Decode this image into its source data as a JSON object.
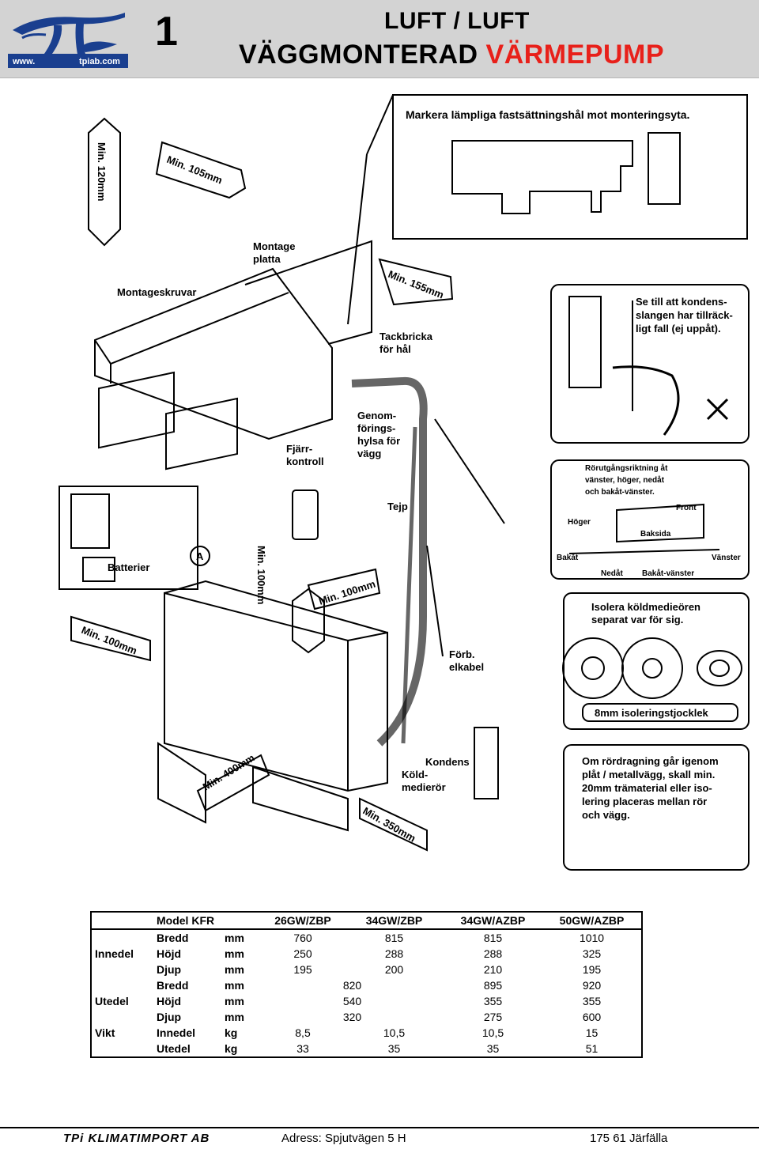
{
  "header": {
    "logo_url_left": "www.",
    "logo_url_right": "tpiab.com",
    "page_number": "1",
    "title_line1": "LUFT / LUFT",
    "title_line2_black": "VÄGGMONTERAD",
    "title_line2_red": "VÄRMEPUMP",
    "accent_color": "#e8201a"
  },
  "diagram": {
    "mount_instruction": "Markera lämpliga fastsättningshål mot monteringsyta.",
    "min_120": "Min. 120mm",
    "min_105": "Min. 105mm",
    "montage_platta_1": "Montage",
    "montage_platta_2": "platta",
    "montageskruvar": "Montageskruvar",
    "min_155": "Min. 155mm",
    "tackbricka_1": "Tackbricka",
    "tackbricka_2": "för hål",
    "genom_1": "Genom-",
    "genom_2": "förings-",
    "genom_3": "hylsa för",
    "genom_4": "vägg",
    "fjarr_1": "Fjärr-",
    "fjarr_2": "kontroll",
    "tejp": "Tejp",
    "batterier": "Batterier",
    "marker_a": "A",
    "min_100_vert": "Min. 100mm",
    "min_100_diag": "Min. 100mm",
    "min_100_left": "Min. 100mm",
    "min_400": "Min. 400mm",
    "min_350": "Min. 350mm",
    "forb_1": "Förb.",
    "forb_2": "elkabel",
    "kondens": "Kondens",
    "kold_1": "Köld-",
    "kold_2": "medierör",
    "slope_1": "Se till att kondens-",
    "slope_2": "slangen har tillräck-",
    "slope_3": "ligt fall (ej uppåt).",
    "dir_1": "Rörutgångsriktning åt",
    "dir_2": "vänster, höger, nedåt",
    "dir_3": "och bakåt-vänster.",
    "front": "Front",
    "hoger": "Höger",
    "baksida": "Baksida",
    "bakat": "Bakåt",
    "vanster": "Vänster",
    "nedat": "Nedåt",
    "bakat_vanster": "Bakåt-vänster",
    "iso_1": "Isolera köldmedieören",
    "iso_2": "separat var för sig.",
    "iso_thick": "8mm isoleringstjocklek",
    "wall_1": "Om rördragning går igenom",
    "wall_2": "plåt / metallvägg, skall min.",
    "wall_3": "20mm trämaterial eller iso-",
    "wall_4": "lering placeras mellan rör",
    "wall_5": "och vägg."
  },
  "table": {
    "headers": [
      "",
      "Model KFR",
      "",
      "26GW/ZBP",
      "34GW/ZBP",
      "34GW/AZBP",
      "50GW/AZBP"
    ],
    "rows": [
      {
        "group": "",
        "attr": "Bredd",
        "unit": "mm",
        "v1": "760",
        "v2": "815",
        "v3": "815",
        "v4": "1010"
      },
      {
        "group": "Innedel",
        "attr": "Höjd",
        "unit": "mm",
        "v1": "250",
        "v2": "288",
        "v3": "288",
        "v4": "325"
      },
      {
        "group": "",
        "attr": "Djup",
        "unit": "mm",
        "v1": "195",
        "v2": "200",
        "v3": "210",
        "v4": "195"
      },
      {
        "group": "",
        "attr": "Bredd",
        "unit": "mm",
        "v12": "820",
        "v3": "895",
        "v4": "920"
      },
      {
        "group": "Utedel",
        "attr": "Höjd",
        "unit": "mm",
        "v12": "540",
        "v3": "355",
        "v4": "355"
      },
      {
        "group": "",
        "attr": "Djup",
        "unit": "mm",
        "v12": "320",
        "v3": "275",
        "v4": "600"
      },
      {
        "group": "Vikt",
        "attr": "Innedel",
        "unit": "kg",
        "v1": "8,5",
        "v2": "10,5",
        "v3": "10,5",
        "v4": "15"
      },
      {
        "group": "",
        "attr": "Utedel",
        "unit": "kg",
        "v1": "33",
        "v2": "35",
        "v3": "35",
        "v4": "51"
      }
    ]
  },
  "footer": {
    "company": "TPi KLIMATIMPORT AB",
    "address": "Adress:  Spjutvägen 5 H",
    "city": "175 61  Järfälla"
  }
}
